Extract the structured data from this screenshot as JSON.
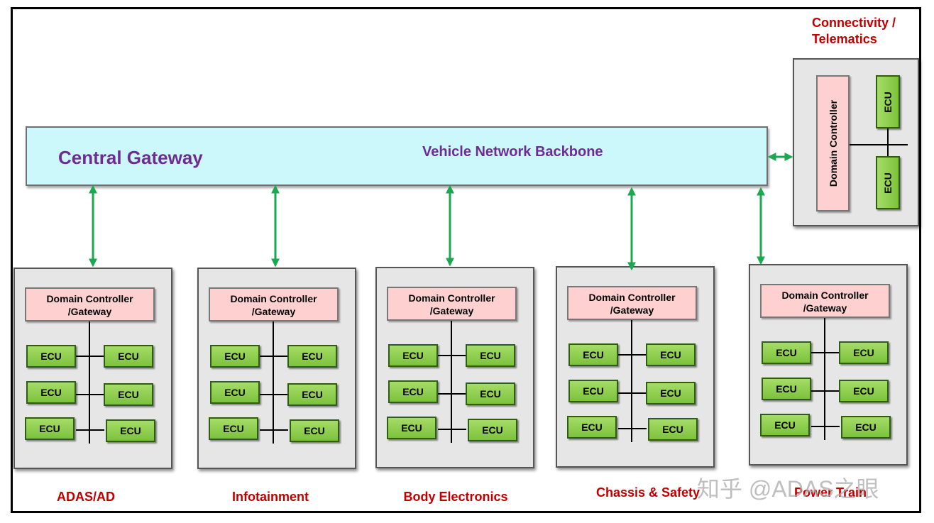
{
  "gateway": {
    "title": "Central Gateway",
    "subtitle": "Vehicle Network Backbone"
  },
  "domain_controller": {
    "line1": "Domain Controller",
    "line2": "/Gateway"
  },
  "ecu_label": "ECU",
  "domains": [
    {
      "name": "ADAS/AD"
    },
    {
      "name": "Infotainment"
    },
    {
      "name": "Body Electronics"
    },
    {
      "name": "Chassis & Safety"
    },
    {
      "name": "Power Train"
    }
  ],
  "connectivity": {
    "title_line1": "Connectivity /",
    "title_line2": "Telematics",
    "controller": "Domain Controller",
    "ecu_label": "ECU"
  },
  "watermark": "知乎 @ADAS之眼",
  "colors": {
    "gateway_fill": "#ccf7fb",
    "gateway_text": "#6f2c95",
    "controller_fill": "#ffd0d0",
    "ecu_fill": "#8fce4f",
    "arrow": "#1aa850",
    "domain_label": "#c00000"
  }
}
